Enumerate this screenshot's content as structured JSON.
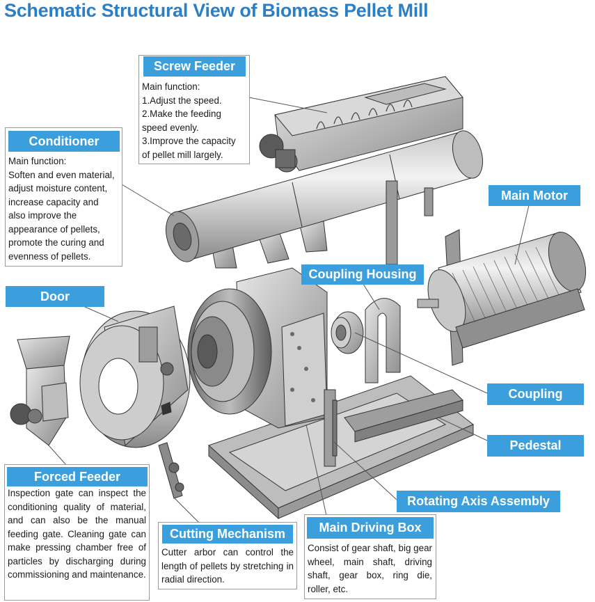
{
  "title": "Schematic Structural View of Biomass Pellet Mill",
  "labels": {
    "screw_feeder": "Screw Feeder",
    "conditioner": "Conditioner",
    "main_motor": "Main Motor",
    "coupling_housing": "Coupling Housing",
    "door": "Door",
    "coupling": "Coupling",
    "pedestal": "Pedestal",
    "rotating_axis": "Rotating Axis Assembly",
    "forced_feeder": "Forced Feeder",
    "cutting_mechanism": "Cutting Mechanism",
    "main_driving_box": "Main Driving Box"
  },
  "descriptions": {
    "screw_feeder": [
      "Main function:",
      "1.Adjust the speed.",
      "2.Make the feeding",
      "speed evenly.",
      "3.Improve the capacity",
      "of pellet mill largely."
    ],
    "conditioner": [
      "Main function:",
      "Soften and even material,",
      "adjust moisture content,",
      "increase capacity and",
      "also improve the",
      "appearance of pellets,",
      "promote the curing and",
      "evenness of pellets."
    ],
    "forced_feeder": "Inspection gate can inspect the conditioning quality of material, and can also be the manual feeding gate. Cleaning gate can make pressing chamber free of particles by discharging during commissioning and maintenance.",
    "cutting_mechanism": "Cutter arbor can control the length of pellets by stretching in radial direction.",
    "main_driving_box": "Consist of gear shaft, big gear wheel, main shaft, driving shaft, gear box, ring die, roller, etc."
  },
  "colors": {
    "title": "#2a7fc6",
    "tag_bg": "#3a9fdc",
    "tag_text": "#ffffff"
  }
}
